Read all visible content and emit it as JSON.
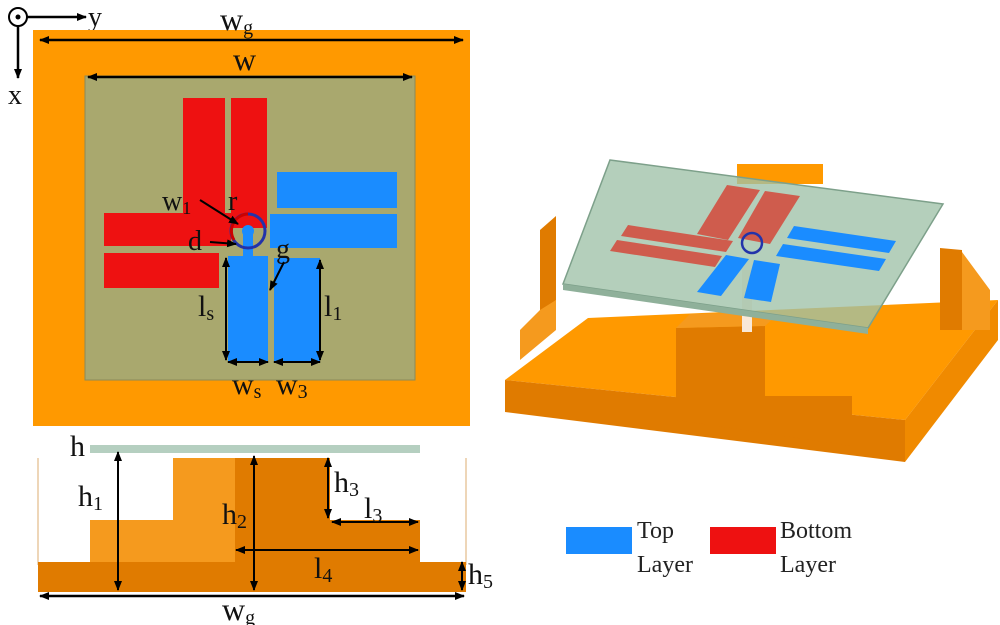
{
  "axes": {
    "x": "x",
    "y": "y"
  },
  "top_view": {
    "wg": "w",
    "wg_sub": "g",
    "w": "w",
    "w1": "w",
    "w1_sub": "1",
    "r": "r",
    "d": "d",
    "g": "g",
    "ls": "l",
    "ls_sub": "s",
    "l1": "l",
    "l1_sub": "1",
    "ws": "w",
    "ws_sub": "s",
    "w3": "w",
    "w3_sub": "3"
  },
  "side_view": {
    "h": "h",
    "h1": "h",
    "h1_sub": "1",
    "h2": "h",
    "h2_sub": "2",
    "h3": "h",
    "h3_sub": "3",
    "l3": "l",
    "l3_sub": "3",
    "l4": "l",
    "l4_sub": "4",
    "h5": "h",
    "h5_sub": "5",
    "wg": "w",
    "wg_sub": "g"
  },
  "legend": {
    "top_line1": "Top",
    "top_line2": "Layer",
    "bottom_line1": "Bottom",
    "bottom_line2": "Layer",
    "top_color": "#1a8cff",
    "bottom_color": "#ee1111"
  },
  "colors": {
    "ground": "#ff9900",
    "substrate": "#a9a86e",
    "side_dark": "#e07b00"
  }
}
